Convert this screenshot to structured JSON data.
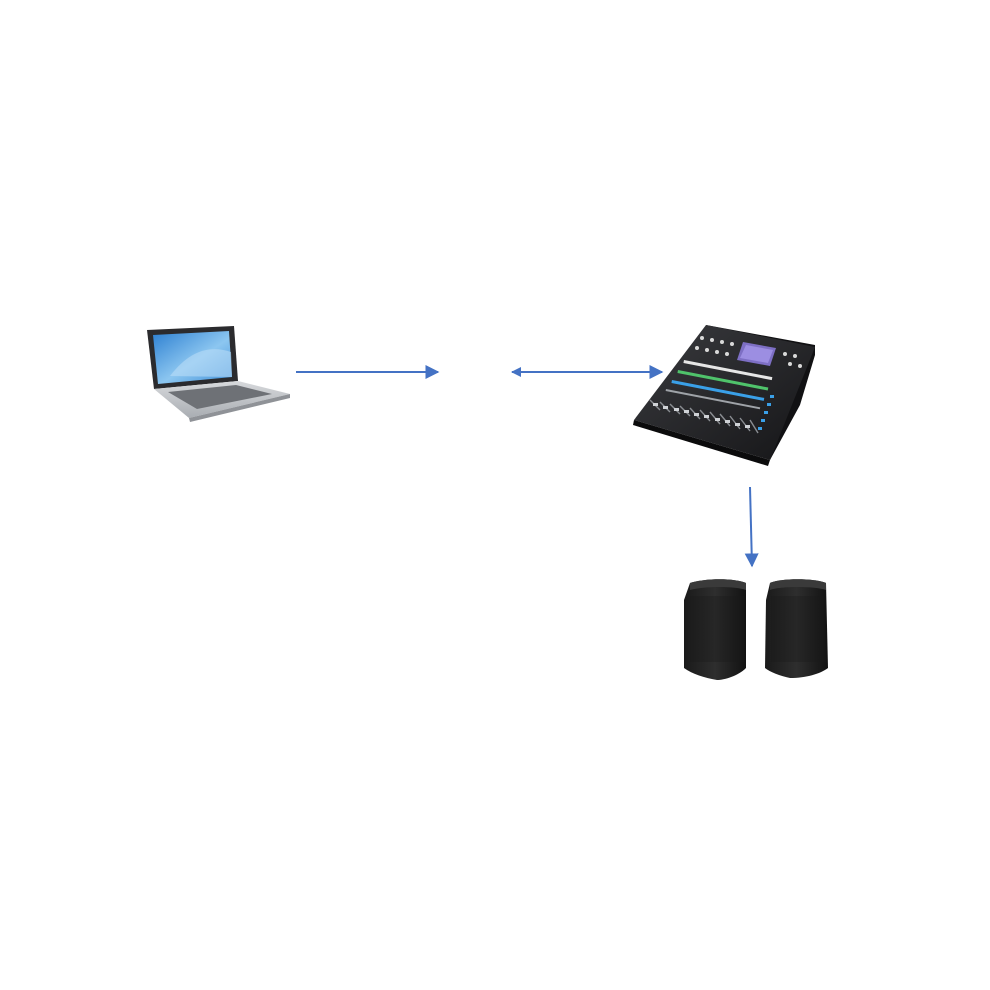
{
  "diagram": {
    "nodes": [
      {
        "id": "laptop",
        "icon": "laptop-icon"
      },
      {
        "id": "mixer",
        "icon": "digital-mixer-icon"
      },
      {
        "id": "speakers",
        "icon": "speaker-pair-icon"
      }
    ],
    "connections": [
      {
        "from": "laptop",
        "to": "mixer",
        "style": "arrow"
      },
      {
        "from": "mixer",
        "to": "speakers",
        "style": "arrow"
      }
    ]
  },
  "colors": {
    "background": "#ffffff",
    "arrow": "#4472c4",
    "device_dark": "#1c1c1e",
    "screen_blue": "#5aa7e0"
  }
}
